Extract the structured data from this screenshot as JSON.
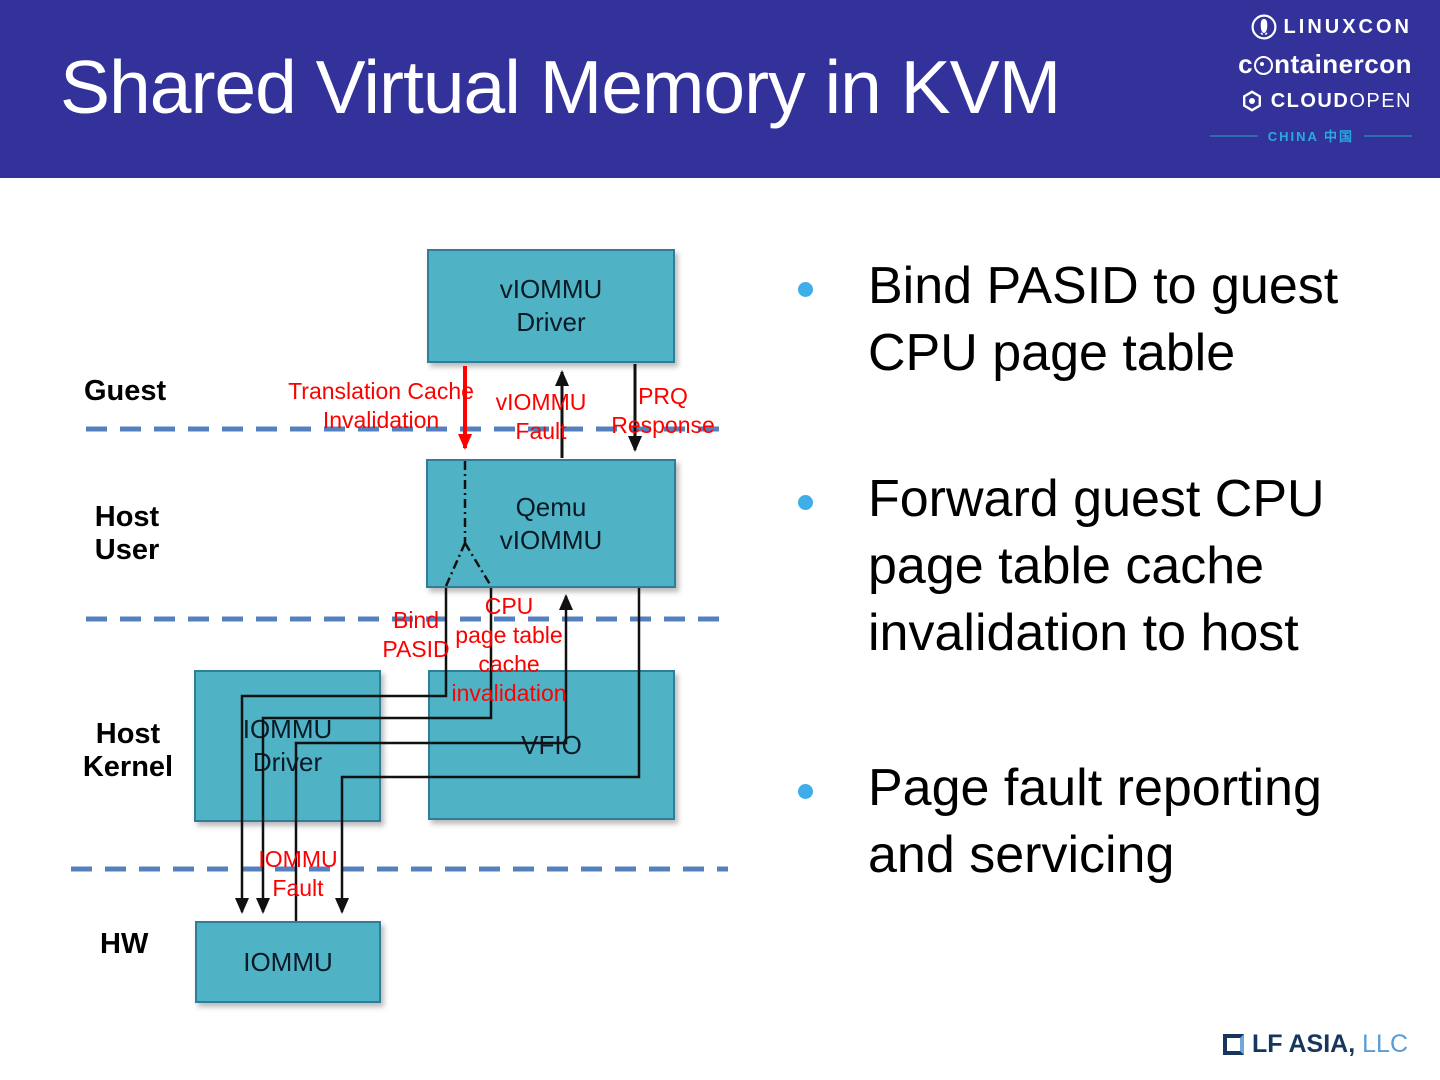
{
  "header": {
    "title": "Shared Virtual Memory in KVM",
    "logos": {
      "linuxcon": "LINUXCON",
      "containercon_pre": "c",
      "containercon_post": "ntainercon",
      "cloud": "CLOUD",
      "open": "OPEN",
      "china": "CHINA 中国"
    }
  },
  "diagram": {
    "layers": [
      {
        "id": "guest",
        "label": "Guest"
      },
      {
        "id": "host-user",
        "label": "Host\nUser"
      },
      {
        "id": "host-kernel",
        "label": "Host\nKernel"
      },
      {
        "id": "hw",
        "label": "HW"
      }
    ],
    "boxes": [
      {
        "id": "viommu-driver",
        "label": "vIOMMU\nDriver"
      },
      {
        "id": "qemu-viommu",
        "label": "Qemu\nvIOMMU"
      },
      {
        "id": "iommu-driver",
        "label": "IOMMU\nDriver"
      },
      {
        "id": "vfio",
        "label": "VFIO"
      },
      {
        "id": "iommu-hw",
        "label": "IOMMU"
      }
    ],
    "edge_labels": [
      {
        "id": "translation-cache-invalidation",
        "text": "Translation Cache\nInvalidation"
      },
      {
        "id": "viommu-fault",
        "text": "vIOMMU\nFault"
      },
      {
        "id": "prq-response",
        "text": "PRQ\nResponse"
      },
      {
        "id": "bind-pasid",
        "text": "Bind\nPASID"
      },
      {
        "id": "cpu-page-table-cache-invalidation",
        "text": "CPU\npage table\ncache\ninvalidation"
      },
      {
        "id": "iommu-fault",
        "text": "IOMMU\nFault"
      }
    ]
  },
  "bullets": [
    {
      "text": "Bind PASID to guest\nCPU page table"
    },
    {
      "text": "Forward guest CPU\npage table cache\ninvalidation to host"
    },
    {
      "text": "Page fault reporting\nand servicing"
    }
  ],
  "footer": {
    "brand_bold": "LF ASIA,",
    "brand_light": " LLC"
  },
  "colors": {
    "header_bg": "#32329A",
    "box_fill": "#4FB3C5",
    "box_border": "#2E7E99",
    "dashed_separator": "#5580BE",
    "edge_label_red": "#FF0000",
    "bullet_dot": "#3FAEE8",
    "footer_navy": "#17365D",
    "footer_blue": "#5B9BD5",
    "china_cyan": "#29ABE2"
  }
}
